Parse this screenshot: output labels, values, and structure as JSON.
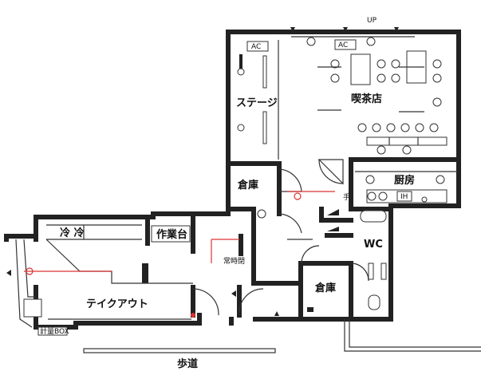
{
  "rooms": {
    "stage": "ステージ",
    "cafe": "喫茶店",
    "storage_upper": "倉庫",
    "storage_lower": "倉庫",
    "kitchen": "厨房",
    "wc": "WC",
    "cold_storage": "冷 冷",
    "workbench": "作業台",
    "takeout": "テイクアウト",
    "always_closed": "常時閉",
    "sidewalk": "歩道"
  },
  "labels": {
    "up": "UP",
    "ac_1": "AC",
    "ac_2": "AC",
    "hand_wash": "手",
    "ih": "IH",
    "meter": "計量BOX"
  }
}
